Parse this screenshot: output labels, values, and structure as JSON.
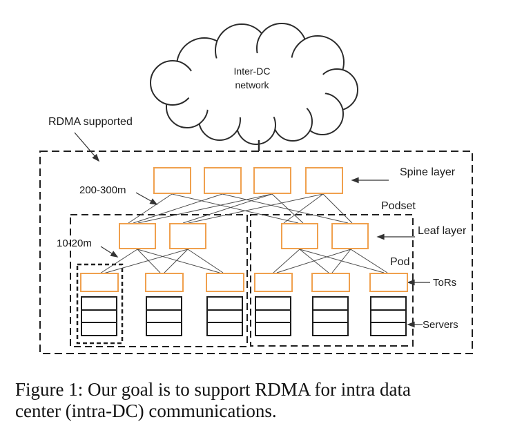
{
  "figure": {
    "cloud": {
      "label_line1": "Inter-DC",
      "label_line2": "network"
    },
    "annotations": {
      "rdma": "RDMA supported",
      "spine_link_distance": "200-300m",
      "leaf_link_distance": "10-20m",
      "spine_layer": "Spine layer",
      "podset": "Podset",
      "leaf_layer": "Leaf layer",
      "pod": "Pod",
      "tors": "ToRs",
      "servers": "Servers"
    },
    "topology": {
      "spine_count": 4,
      "podset_count": 2,
      "leaves_per_podset": 2,
      "tors_per_podset": 3,
      "racks_per_podset": 3,
      "server_units_per_rack": 3
    },
    "colors": {
      "switch_border": "#F0A04D",
      "server_border": "#1c1c1c",
      "dashed_border": "#1f1f1f",
      "link_line": "#4d4d4d"
    }
  },
  "caption": {
    "line1": "Figure 1: Our goal is to support RDMA for intra data",
    "line2": "center (intra-DC) communications."
  }
}
